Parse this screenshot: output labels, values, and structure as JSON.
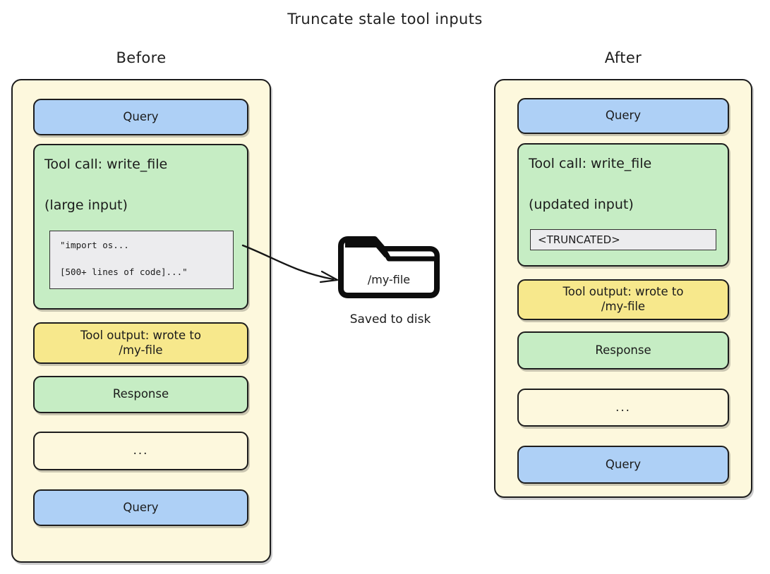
{
  "title": "Truncate stale tool inputs",
  "columns": {
    "before": {
      "heading": "Before",
      "blocks": [
        {
          "name": "query",
          "label": "Query",
          "color": "#aed0f6"
        },
        {
          "name": "tool-call",
          "line1": "Tool call: write_file",
          "line2": "(large input)",
          "color": "#c6edc4",
          "code": {
            "line1": "\"import os...",
            "line2": "[500+ lines of code]...\"",
            "background": "#ececee"
          }
        },
        {
          "name": "tool-output",
          "label": "Tool output: wrote to\n/my-file",
          "color": "#f7e88c"
        },
        {
          "name": "response",
          "label": "Response",
          "color": "#c6edc4"
        },
        {
          "name": "ellipsis",
          "label": "...",
          "color": "#fdf8dd"
        },
        {
          "name": "query",
          "label": "Query",
          "color": "#aed0f6"
        }
      ]
    },
    "after": {
      "heading": "After",
      "blocks": [
        {
          "name": "query",
          "label": "Query",
          "color": "#aed0f6"
        },
        {
          "name": "tool-call",
          "line1": "Tool call: write_file",
          "line2": "(updated input)",
          "color": "#c6edc4",
          "truncated": {
            "label": "<TRUNCATED>",
            "background": "#ececee"
          }
        },
        {
          "name": "tool-output",
          "label": "Tool output: wrote to\n/my-file",
          "color": "#f7e88c"
        },
        {
          "name": "response",
          "label": "Response",
          "color": "#c6edc4"
        },
        {
          "name": "ellipsis",
          "label": "...",
          "color": "#fdf8dd"
        },
        {
          "name": "query",
          "label": "Query",
          "color": "#aed0f6"
        }
      ]
    }
  },
  "folder": {
    "file_label": "/my-file",
    "caption": "Saved to disk"
  },
  "labels": {
    "tool_output_line1": "Tool output: wrote to",
    "tool_output_line2": "/my-file"
  },
  "palette": {
    "container_bg": "#fdf8dd",
    "query_blue": "#aed0f6",
    "green": "#c6edc4",
    "yellow": "#f7e88c",
    "code_gray": "#ececee",
    "stroke": "#1d1d1d",
    "page_bg": "#ffffff"
  }
}
